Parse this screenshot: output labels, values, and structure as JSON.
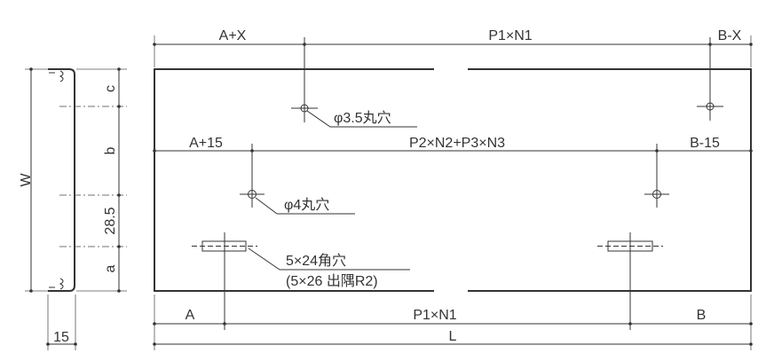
{
  "profile": {
    "w": "W",
    "c": "c",
    "b": "b",
    "d285": "28.5",
    "a": "a",
    "d15": "15"
  },
  "top_dims": {
    "left": "A+X",
    "mid": "P1×N1",
    "right": "B-X"
  },
  "center_dims": {
    "left": "A+15",
    "mid": "P2×N2+P3×N3",
    "right": "B-15"
  },
  "holes": {
    "small": "φ3.5丸穴",
    "medium": "φ4丸穴",
    "slot": "5×24角穴",
    "slot_note": "(5×26 出隅R2)"
  },
  "bottom_dims": {
    "left": "A",
    "mid": "P1×N1",
    "right": "B",
    "total": "L"
  }
}
